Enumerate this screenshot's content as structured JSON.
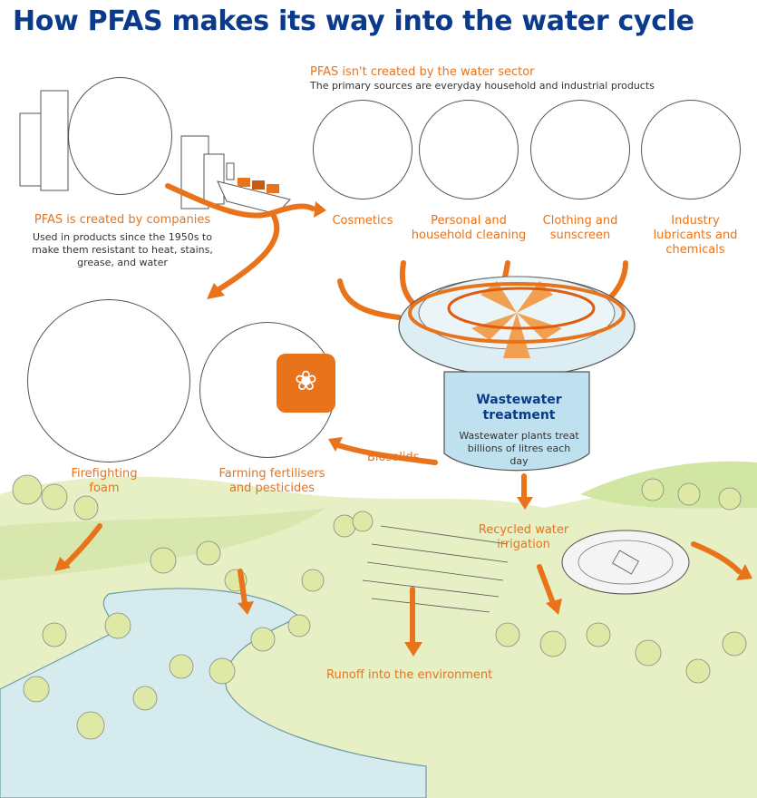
{
  "title": "How PFAS makes its way into the water cycle",
  "sources": {
    "heading": "PFAS isn't created by the water sector",
    "subheading": "The primary sources are everyday household and industrial products",
    "items": [
      {
        "label": "Cosmetics"
      },
      {
        "label": "Personal and household cleaning"
      },
      {
        "label": "Clothing and sunscreen"
      },
      {
        "label": "Industry lubricants and chemicals"
      }
    ]
  },
  "companies": {
    "heading": "PFAS is created by companies",
    "body": "Used in products since the 1950s to make them resistant to heat, stains, grease, and water"
  },
  "uses": [
    {
      "label": "Firefighting foam"
    },
    {
      "label": "Farming fertilisers and pesticides"
    }
  ],
  "treatment": {
    "heading": "Wastewater treatment",
    "body": "Wastewater plants treat billions of litres each day"
  },
  "flows": {
    "biosolids": "Biosolids",
    "recycled": "Recycled water irrigation",
    "runoff": "Runoff into the environment"
  },
  "colors": {
    "title": "#0a3a8c",
    "accent": "#e8731a",
    "land": "#e4efc0",
    "water": "#d6ecef",
    "treatment": "#bfe0ee"
  }
}
